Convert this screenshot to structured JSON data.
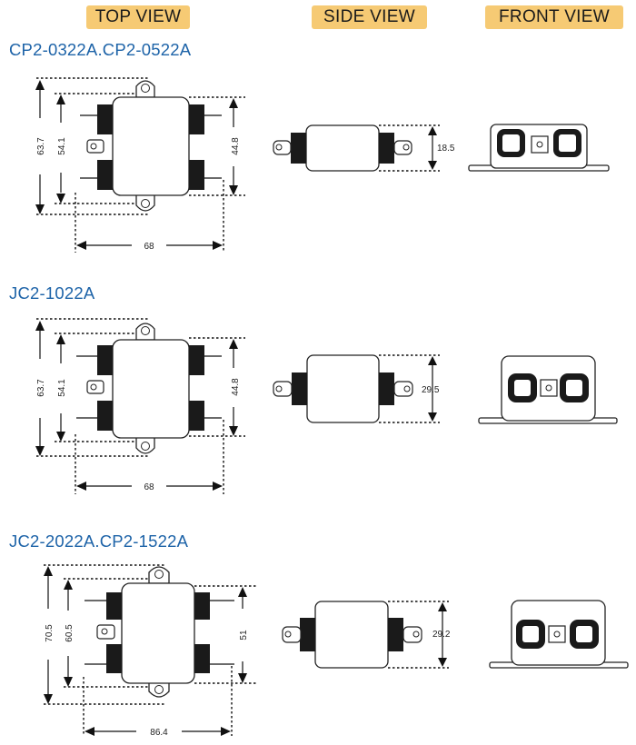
{
  "headers": {
    "top_view": "TOP VIEW",
    "side_view": "SIDE VIEW",
    "front_view": "FRONT VIEW"
  },
  "colors": {
    "header_bg": "#f6ca74",
    "title_text": "#1d63a8",
    "drawing": "#111111"
  },
  "models": [
    {
      "title": "CP2-0322A.CP2-0522A",
      "dims": {
        "overall_height": "63.7",
        "mount_height": "54.1",
        "terminal_height": "44.8",
        "width": "68",
        "side_height": "18.5"
      }
    },
    {
      "title": "JC2-1022A",
      "dims": {
        "overall_height": "63.7",
        "mount_height": "54.1",
        "terminal_height": "44.8",
        "width": "68",
        "side_height": "29.5"
      }
    },
    {
      "title": "JC2-2022A.CP2-1522A",
      "dims": {
        "overall_height": "70.5",
        "mount_height": "60.5",
        "terminal_height": "51",
        "width": "86.4",
        "side_height": "29.2"
      }
    }
  ]
}
